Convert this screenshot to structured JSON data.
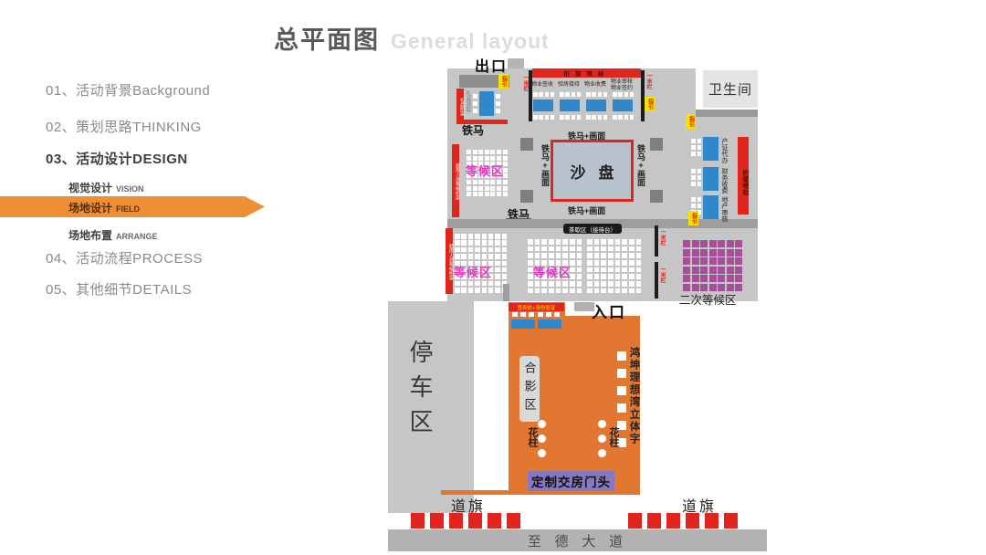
{
  "slide": {
    "title_zh": "总平面图",
    "title_en": "General layout"
  },
  "sidebar": {
    "items": [
      {
        "label": "01、活动背景Background"
      },
      {
        "label": "02、策划思路THINKING"
      },
      {
        "label": "03、活动设计DESIGN"
      },
      {
        "label": "04、活动流程PROCESS"
      },
      {
        "label": "05、其他细节DETAILS"
      }
    ],
    "children": [
      {
        "zh": "视觉设计",
        "en": "VISION"
      },
      {
        "zh": "场地设计",
        "en": "FIELD"
      },
      {
        "zh": "场地布置",
        "en": "ARRANGE"
      }
    ]
  },
  "plan": {
    "exit": "出口",
    "entrance": "入口",
    "restroom": "卫生间",
    "guide": "指引",
    "one_meter_rail": "一米栏",
    "truss_paint": "桁架喷绘",
    "iron_barrier": "铁马",
    "iron_barrier_screen": "铁马+画面",
    "sand_table": "沙盘",
    "gift_truss": "礼品桁架",
    "gift_pickup": "礼品领取",
    "stations": [
      "物业签收",
      "验房接待",
      "物业收费",
      "物业审核\n物业签约"
    ],
    "right_desks": [
      "产证代办",
      "财务收费",
      "地产审核"
    ],
    "waiting_area": "等候区",
    "waiting_truss": "验房人员等候桁架",
    "tea_break": "茶歇区（接待台）",
    "second_waiting": "二次等候区",
    "checkin": "签到处+身份验证",
    "photo_area": "合影区",
    "letters_3d": "鸿坤理想湾立体字",
    "flower_column": "花柱",
    "custom_gate": "定制交房门头",
    "parking": "停车区",
    "road_flag": "道旗",
    "road_name": "至 德 大 道"
  },
  "colors": {
    "accent_orange": "#ef8f35",
    "plan_red": "#e0261c",
    "desk_blue": "#2f88cc",
    "waiting_magenta": "#ea35c4",
    "second_waiting_purple": "#a64f9b",
    "entrance_orange": "#e17731",
    "gate_purple": "#8779c1",
    "guide_yellow": "#f5e200",
    "sand_table_fill": "#b7c2cd"
  },
  "grids": {
    "seat_small": {
      "cols": 7,
      "rows": 8,
      "w": 5,
      "h": 5,
      "gx": 1.6,
      "gy": 1.6,
      "color": "#ffffff"
    },
    "seat_a": {
      "cols": 8,
      "rows": 9,
      "w": 5.5,
      "h": 5.5,
      "gx": 1.9,
      "gy": 1.9,
      "color": "#ffffff"
    },
    "seat_b": {
      "cols": 8,
      "rows": 8,
      "w": 5.5,
      "h": 5.5,
      "gx": 2.2,
      "gy": 2.2,
      "color": "#ffffff"
    },
    "purple": {
      "cols": 7,
      "rows": 6,
      "w": 8,
      "h": 8,
      "gx": 1.5,
      "gy": 1.5,
      "color": "#a64f9b"
    },
    "chair_row4": {
      "cols": 4,
      "rows": 1,
      "w": 4.5,
      "h": 4.5,
      "gx": 1.8,
      "gy": 1.8,
      "color": "#ffffff"
    },
    "chair_col3": {
      "cols": 1,
      "rows": 3,
      "w": 5,
      "h": 5,
      "gx": 3,
      "gy": 3,
      "color": "#ffffff"
    },
    "chair_2x3": {
      "cols": 2,
      "rows": 3,
      "w": 4.5,
      "h": 4.5,
      "gx": 2,
      "gy": 2.5,
      "color": "#ffffff"
    },
    "chair_row3": {
      "cols": 3,
      "rows": 1,
      "w": 6,
      "h": 5,
      "gx": 3,
      "gy": 3,
      "color": "#ffffff"
    },
    "circle3": {
      "cols": 1,
      "rows": 3,
      "w": 9,
      "h": 9,
      "gx": 7,
      "gy": 7,
      "color": "#ffffff",
      "round": true
    },
    "square6": {
      "cols": 1,
      "rows": 6,
      "w": 10,
      "h": 10,
      "gx": 9,
      "gy": 9,
      "color": "#ffffff"
    },
    "flags6": {
      "cols": 6,
      "rows": 1,
      "w": 15,
      "h": 17,
      "gx": 6,
      "gy": 6,
      "color": "#e0261c"
    }
  }
}
